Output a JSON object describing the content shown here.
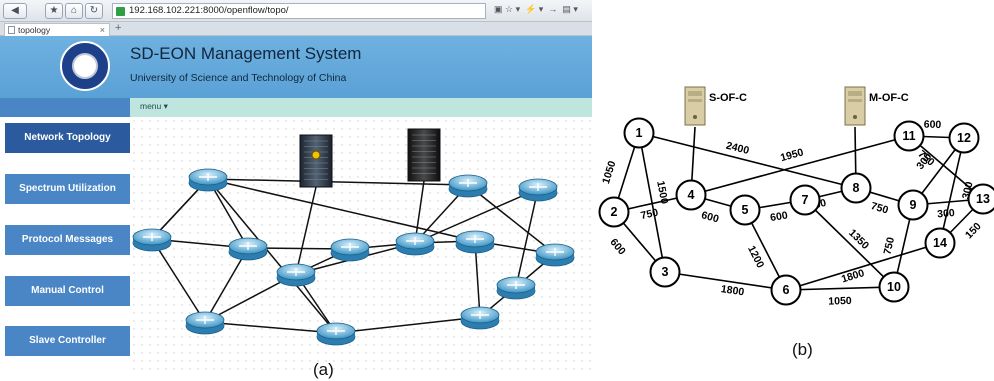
{
  "browser": {
    "url": "192.168.102.221:8000/openflow/topo/",
    "tab_title": "topology",
    "tab_close": "×",
    "new_tab": "+",
    "nav_icons": [
      "star-icon",
      "home-icon",
      "refresh-icon",
      "back-icon"
    ]
  },
  "header": {
    "title": "SD-EON Management System",
    "subtitle": "University of Science and Technology of China"
  },
  "menubar": {
    "menu_label": "menu ▾"
  },
  "sidebar": {
    "items": [
      {
        "label": "Network Topology",
        "active": true,
        "color": "#2c5a9e"
      },
      {
        "label": "Spectrum Utilization",
        "active": false,
        "color": "#4a86c6"
      },
      {
        "label": "Protocol Messages",
        "active": false,
        "color": "#4a86c6"
      },
      {
        "label": "Manual Control",
        "active": false,
        "color": "#4a86c6"
      },
      {
        "label": "Slave Controller",
        "active": false,
        "color": "#4a86c6"
      }
    ]
  },
  "panel_a": {
    "caption": "(a)"
  },
  "panel_b": {
    "caption": "(b)",
    "controllers": [
      {
        "label": "S-OF-C",
        "connects_to": "4"
      },
      {
        "label": "M-OF-C",
        "connects_to": "8"
      }
    ],
    "nodes": [
      "1",
      "2",
      "3",
      "4",
      "5",
      "6",
      "7",
      "8",
      "9",
      "10",
      "11",
      "12",
      "13",
      "14"
    ],
    "links": [
      {
        "from": "1",
        "to": "2",
        "label": "1050"
      },
      {
        "from": "1",
        "to": "3",
        "label": "1500"
      },
      {
        "from": "1",
        "to": "8",
        "label": "2400"
      },
      {
        "from": "2",
        "to": "3",
        "label": "600"
      },
      {
        "from": "2",
        "to": "4",
        "label": "750"
      },
      {
        "from": "3",
        "to": "6",
        "label": "1800"
      },
      {
        "from": "4",
        "to": "11",
        "label": "1950"
      },
      {
        "from": "4",
        "to": "5",
        "label": "600"
      },
      {
        "from": "5",
        "to": "7",
        "label": "600"
      },
      {
        "from": "5",
        "to": "6",
        "label": "1200"
      },
      {
        "from": "7",
        "to": "8",
        "label": "750"
      },
      {
        "from": "7",
        "to": "10",
        "label": "1350"
      },
      {
        "from": "8",
        "to": "9",
        "label": "750"
      },
      {
        "from": "6",
        "to": "14",
        "label": "1800"
      },
      {
        "from": "6",
        "to": "10",
        "label": "1050"
      },
      {
        "from": "9",
        "to": "10",
        "label": "750"
      },
      {
        "from": "11",
        "to": "12",
        "label": "600"
      },
      {
        "from": "11",
        "to": "13",
        "label": "750"
      },
      {
        "from": "12",
        "to": "9",
        "label": "300"
      },
      {
        "from": "12",
        "to": "14",
        "label": "300"
      },
      {
        "from": "9",
        "to": "13",
        "label": "300"
      },
      {
        "from": "13",
        "to": "14",
        "label": "150"
      }
    ]
  }
}
